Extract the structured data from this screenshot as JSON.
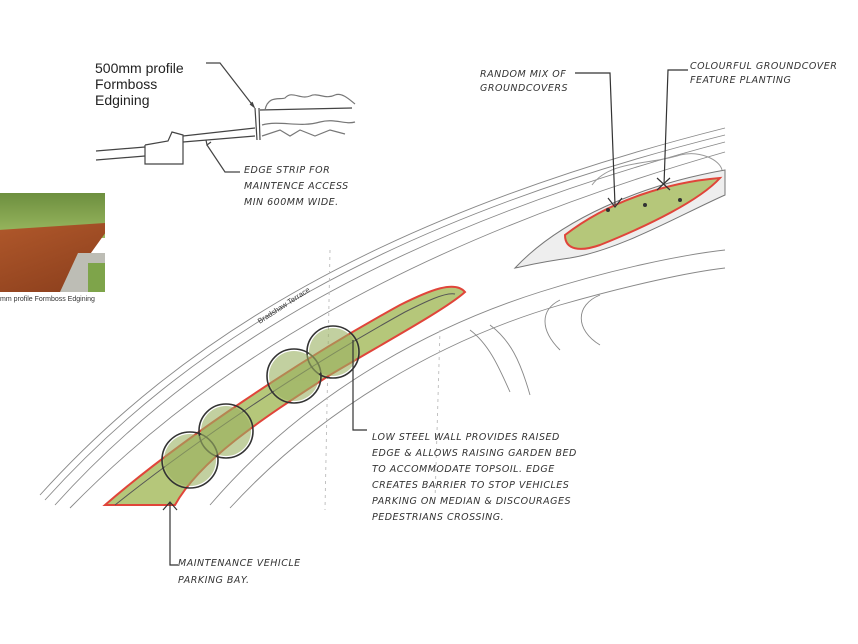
{
  "section_label": "500mm profile\nFormboss\nEdgining",
  "photo_caption": "mm profile Formboss Edgining",
  "edge_strip_note": "Edge strip for\nmaintence access\nmin 600mm wide.",
  "groundcover_note": "Random mix of\ngroundcovers",
  "feature_note": "Colourful groundcover\nfeature planting",
  "road_name": "Bradshaw Terrace",
  "steel_wall_note": "Low steel wall provides raised\nedge & allows raising garden bed\nto accommodate topsoil. Edge\ncreates barrier to stop vehicles\nparking on median & discourages\npedestrians crossing.",
  "parking_note": "Maintenance vehicle\nparking bay.",
  "colors": {
    "planting": "#b5c77a",
    "edge": "#e0453a",
    "corten": "#a4532a"
  }
}
